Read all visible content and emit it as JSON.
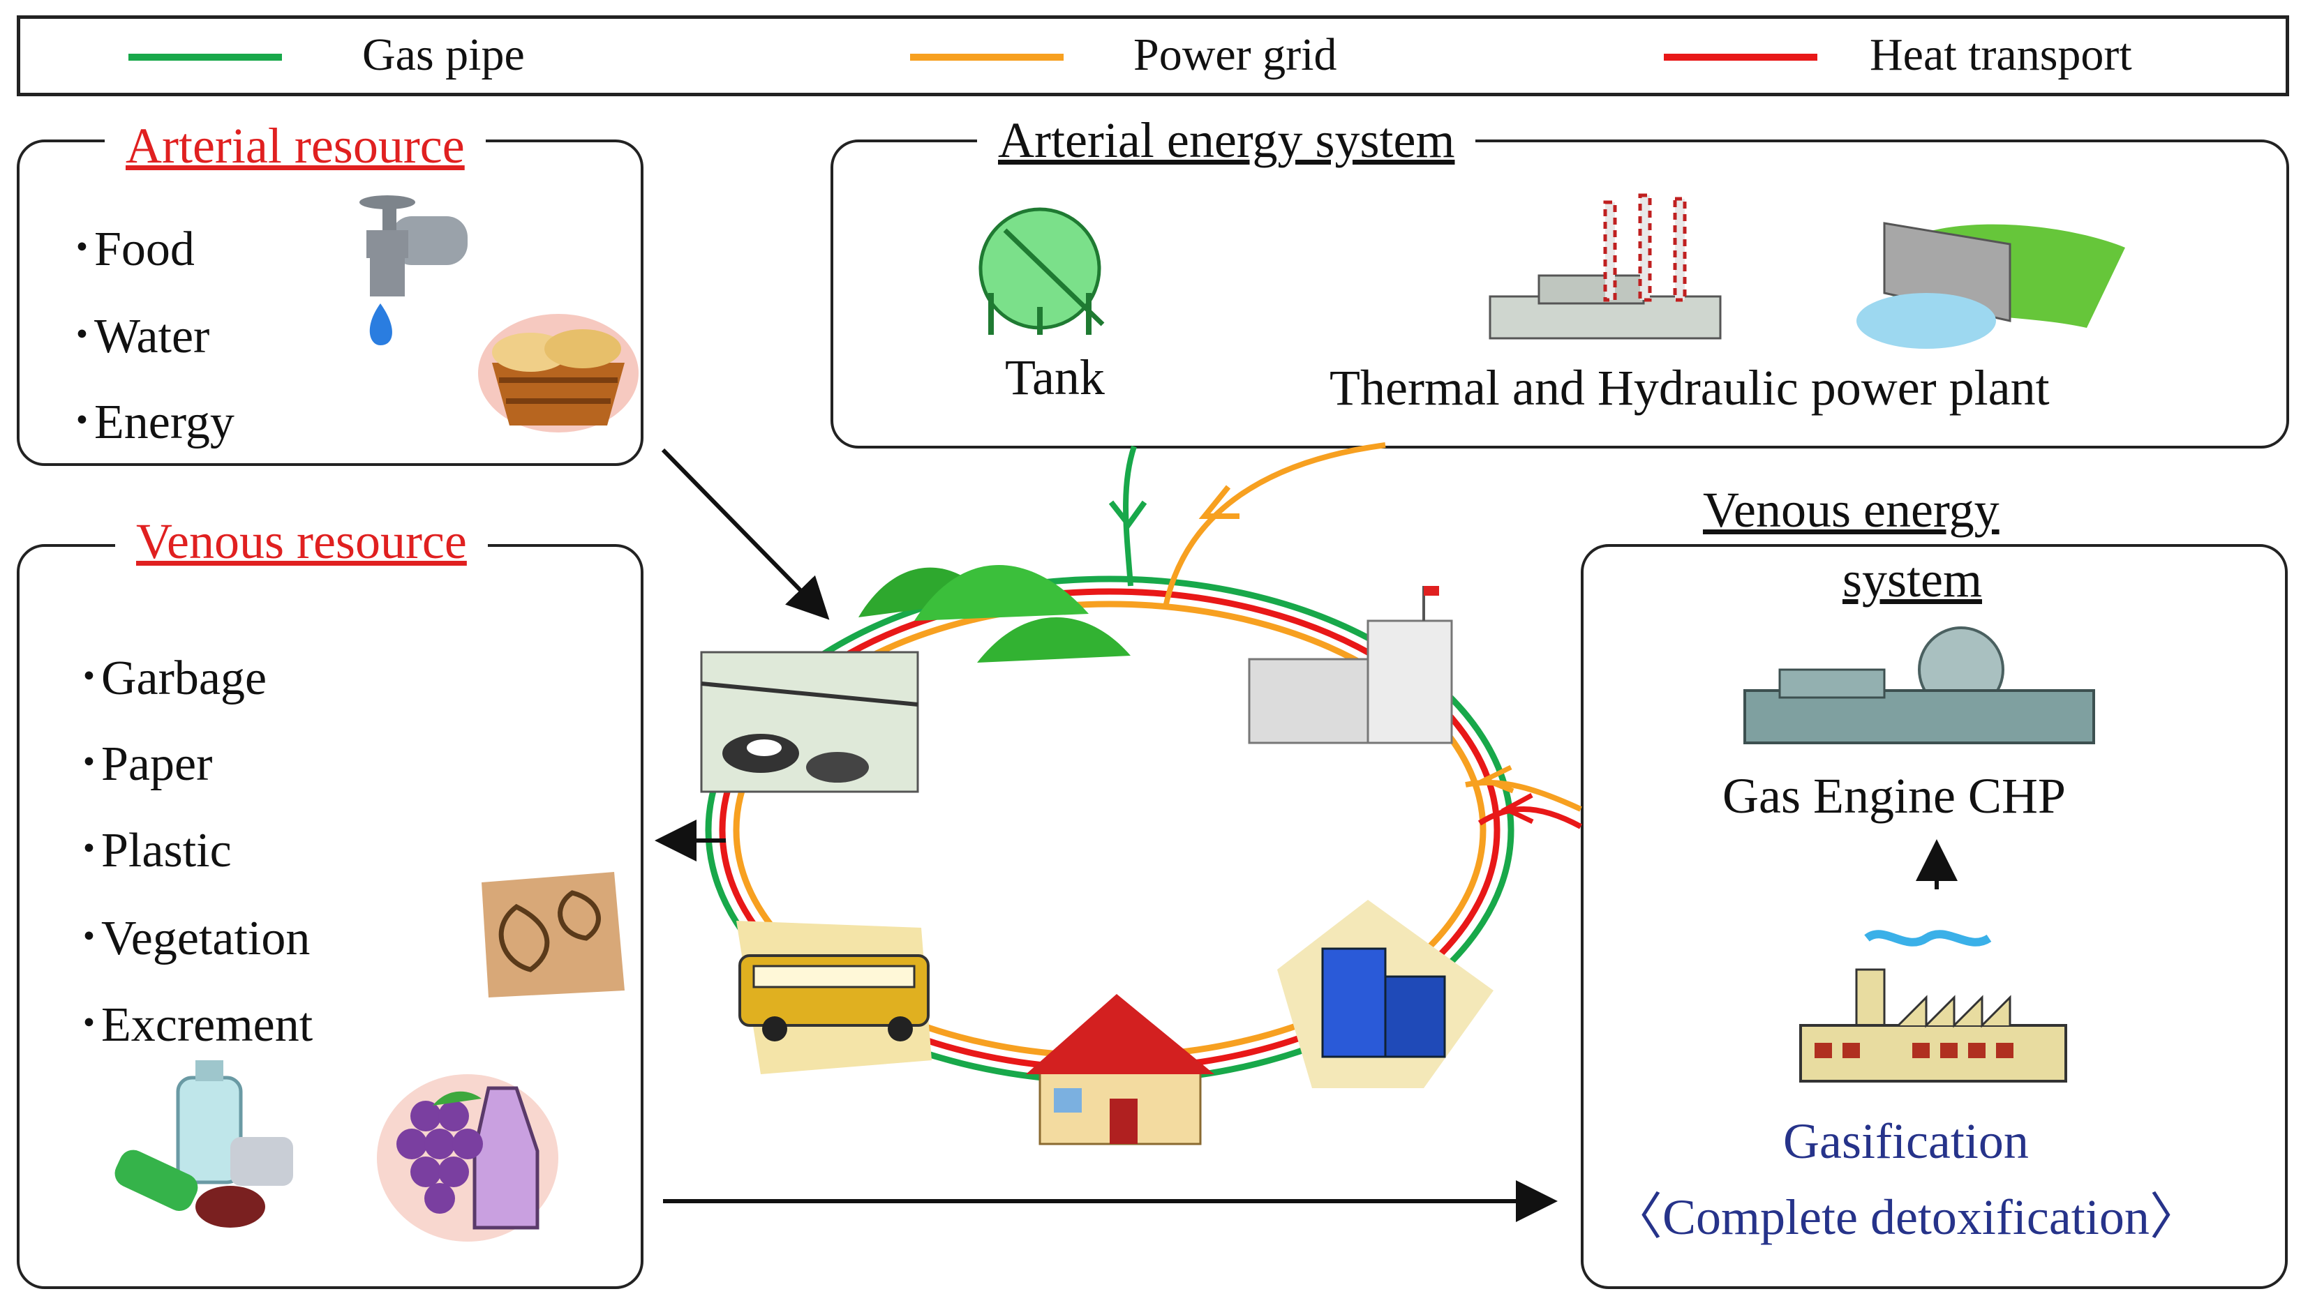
{
  "legend": {
    "gas_pipe": {
      "label": "Gas pipe",
      "color": "#18a84a"
    },
    "power_grid": {
      "label": "Power grid",
      "color": "#f7a020"
    },
    "heat_transport": {
      "label": "Heat transport",
      "color": "#e81818"
    }
  },
  "arterial_resource": {
    "title": "Arterial resource",
    "items": [
      "･Food",
      "･Water",
      "･Energy"
    ],
    "icons": [
      "faucet-icon",
      "bread-basket-icon"
    ]
  },
  "venous_resource": {
    "title": "Venous resource",
    "items": [
      "･Garbage",
      "･Paper",
      "･Plastic",
      "･Vegetation",
      "･Excrement"
    ],
    "icons": [
      "leaves-icon",
      "recyclables-icon",
      "grapes-jug-icon"
    ]
  },
  "arterial_energy_system": {
    "title": "Arterial energy system",
    "tank_label": "Tank",
    "plant_label": "Thermal and Hydraulic power plant",
    "icons": [
      "gas-tank-icon",
      "thermal-plant-icon",
      "dam-icon"
    ]
  },
  "venous_energy_system": {
    "title_line1": "Venous energy",
    "title_line2": "system",
    "chp_label": "Gas Engine CHP",
    "gasification_label": "Gasification",
    "detox_label": "〈Complete detoxification〉",
    "icons": [
      "power-station-icon",
      "factory-icon"
    ]
  },
  "loop_icons": [
    "forest-icon",
    "cattle-farm-icon",
    "office-building-icon",
    "bus-icon",
    "house-icon",
    "city-icon"
  ],
  "colors": {
    "accent_red": "#e02020",
    "blue_text": "#26338a",
    "border": "#222222"
  }
}
